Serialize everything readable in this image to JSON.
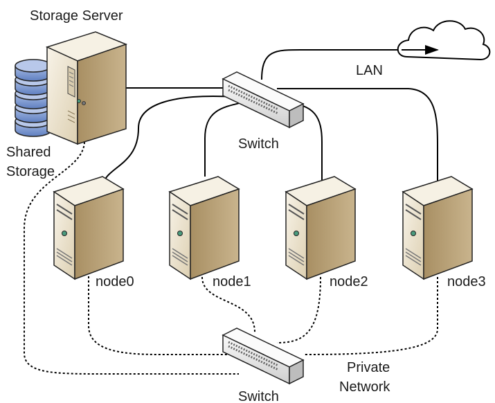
{
  "labels": {
    "storage_server": "Storage Server",
    "shared_storage_line1": "Shared",
    "shared_storage_line2": "Storage",
    "lan": "LAN",
    "switch_top": "Switch",
    "switch_bottom": "Switch",
    "private_network_line1": "Private",
    "private_network_line2": "Network"
  },
  "nodes": [
    {
      "name": "node0"
    },
    {
      "name": "node1"
    },
    {
      "name": "node2"
    },
    {
      "name": "node3"
    }
  ],
  "colors": {
    "server_front": "#ece3cf",
    "server_side": "#b9a27a",
    "server_top": "#f7f2e6",
    "disk": "#7f9bd0",
    "switch": "#f2f2f2",
    "line": "#000000"
  }
}
